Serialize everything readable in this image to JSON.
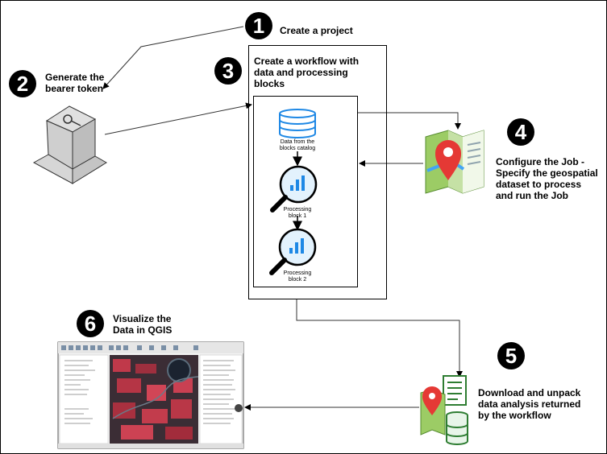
{
  "steps": [
    {
      "number": "1",
      "label": "Create a project"
    },
    {
      "number": "2",
      "label_line1": "Generate the",
      "label_line2": "bearer token"
    },
    {
      "number": "3",
      "label_line1": "Create a workflow with",
      "label_line2": "data and processing",
      "label_line3": "blocks"
    },
    {
      "number": "4",
      "label_line1": "Configure the Job -",
      "label_line2": "Specify the geospatial",
      "label_line3": "dataset  to process",
      "label_line4": "and run the Job"
    },
    {
      "number": "5",
      "label_line1": "Download and unpack",
      "label_line2": "data analysis returned",
      "label_line3": "by the workflow"
    },
    {
      "number": "6",
      "label_line1": "Visualize the",
      "label_line2": "Data in QGIS"
    }
  ],
  "workflow": {
    "data_block": {
      "line1": "Data from the",
      "line2": "blocks catalog"
    },
    "processing1": {
      "line1": "Processing",
      "line2": "block 1"
    },
    "processing2": {
      "line1": "Processing",
      "line2": "block 2"
    }
  },
  "colors": {
    "accent_blue": "#1e88e5",
    "pin_red": "#e53935",
    "map_green": "#7cb342",
    "doc_green": "#2e7d32"
  }
}
